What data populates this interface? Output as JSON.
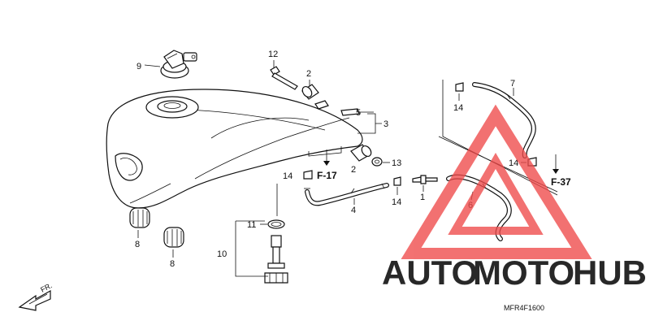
{
  "diagram": {
    "callouts": {
      "c1": "1",
      "c2a": "2",
      "c2b": "2",
      "c3": "3",
      "c4": "4",
      "c5": "5",
      "c6": "6",
      "c7": "7",
      "c8a": "8",
      "c8b": "8",
      "c9": "9",
      "c10": "10",
      "c11": "11",
      "c12": "12",
      "c13": "13",
      "c14a": "14",
      "c14b": "14",
      "c14c": "14",
      "c14d": "14"
    },
    "refs": {
      "f17": "F-17",
      "f37": "F-37"
    },
    "direction_label": "FR.",
    "drawing_code": "MFR4F1600"
  },
  "watermark": {
    "part1": "AUTO",
    "part2": "MOTO",
    "part3": "HUB",
    "color_light": "#f6c48a",
    "color_mid": "#ec7f6f",
    "color_dark": "#4a4a4a",
    "triangle_color": "#ef4a4a"
  }
}
